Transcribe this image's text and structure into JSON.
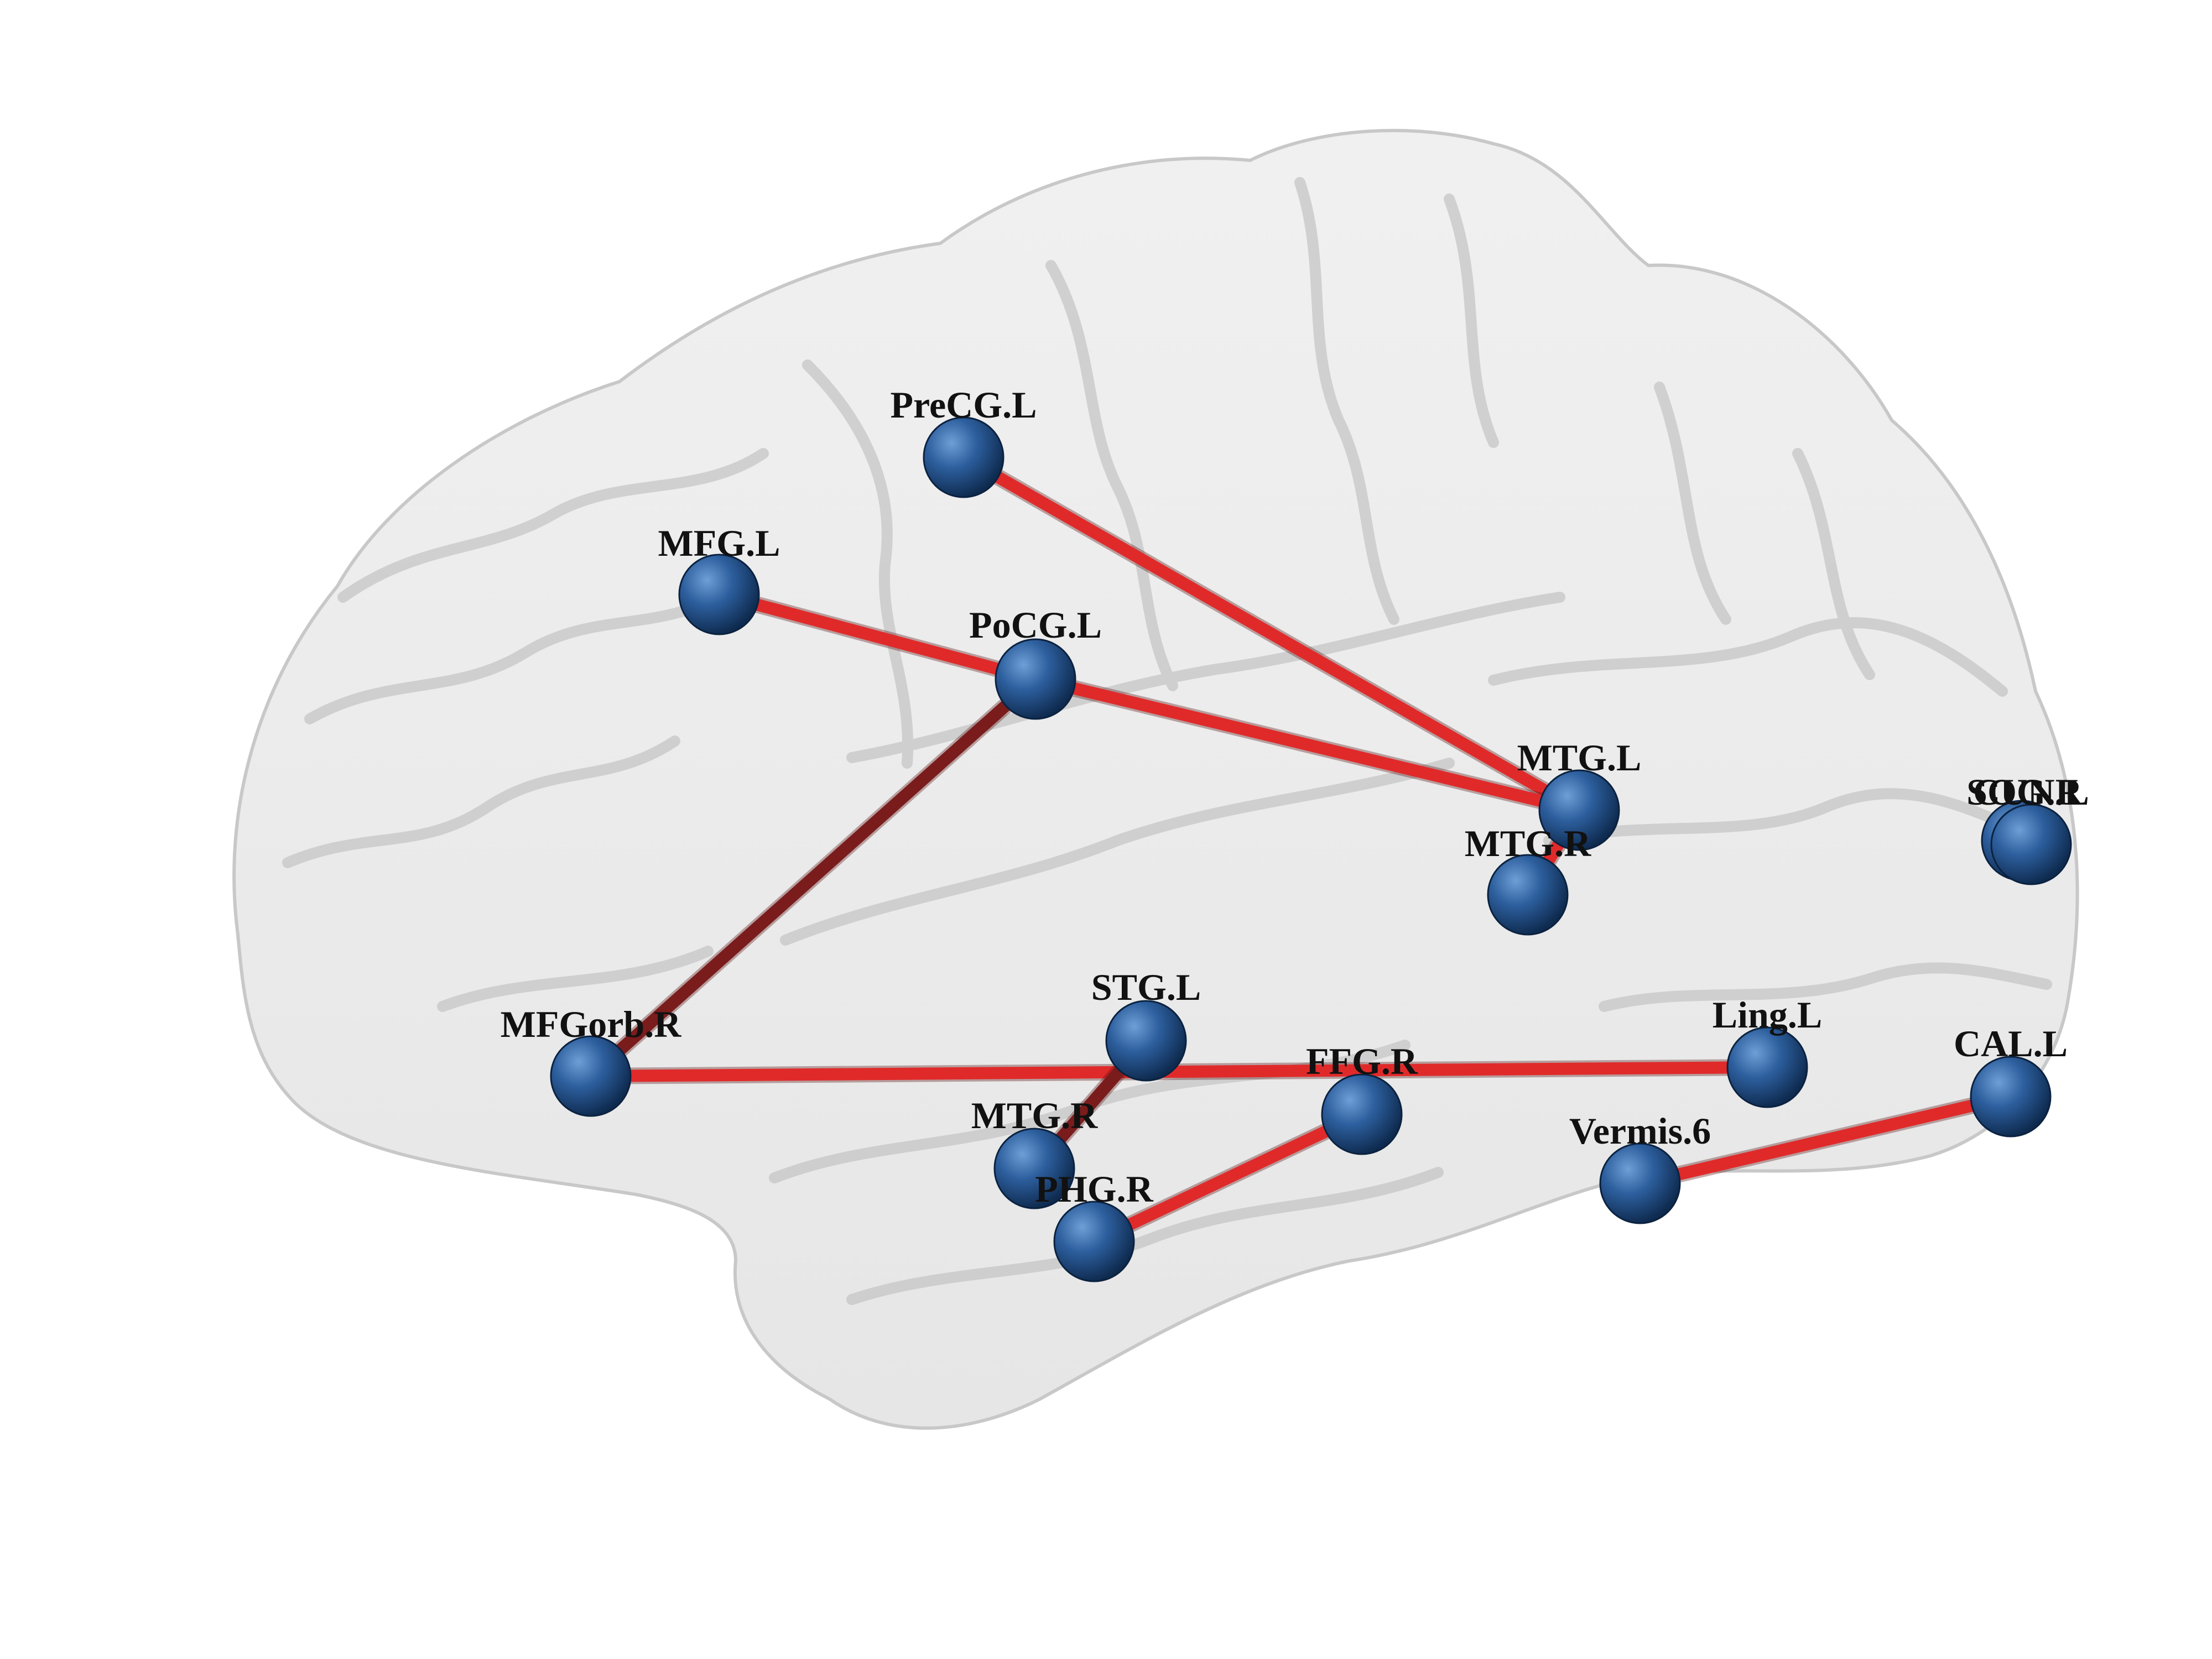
{
  "colors": {
    "background": "#ffffff",
    "brain_fill": "#e9e9e9",
    "brain_fold": "#c9c9c9",
    "node": "#1f4e86",
    "edge_positive": "#e02a2a",
    "edge_dark": "#7a1c1c",
    "label": "#111111"
  },
  "nodes": [
    {
      "id": "PreCG.L",
      "label": "PreCG.L"
    },
    {
      "id": "MFG.L",
      "label": "MFG.L"
    },
    {
      "id": "PoCG.L",
      "label": "PoCG.L"
    },
    {
      "id": "MTG.L",
      "label": "MTG.L"
    },
    {
      "id": "MTG.R_upper",
      "label": "MTG.R"
    },
    {
      "id": "SOG.R",
      "label": "SOG.R"
    },
    {
      "id": "CUN.L",
      "label": "CUN.L"
    },
    {
      "id": "MFGorb.R",
      "label": "MFGorb.R"
    },
    {
      "id": "STG.L",
      "label": "STG.L"
    },
    {
      "id": "Ling.L",
      "label": "Ling.L"
    },
    {
      "id": "FFG.R",
      "label": "FFG.R"
    },
    {
      "id": "CAL.L",
      "label": "CAL.L"
    },
    {
      "id": "MTG.R_lower",
      "label": "MTG.R"
    },
    {
      "id": "Vermis.6",
      "label": "Vermis.6"
    },
    {
      "id": "PHG.R",
      "label": "PHG.R"
    }
  ],
  "edges": [
    {
      "source": "PreCG.L",
      "target": "MTG.L",
      "tone": "positive"
    },
    {
      "source": "MFG.L",
      "target": "PoCG.L",
      "tone": "positive"
    },
    {
      "source": "PoCG.L",
      "target": "MTG.L",
      "tone": "positive"
    },
    {
      "source": "PoCG.L",
      "target": "MFGorb.R",
      "tone": "dark"
    },
    {
      "source": "MTG.L",
      "target": "MTG.R_upper",
      "tone": "positive"
    },
    {
      "source": "MFGorb.R",
      "target": "Ling.L",
      "tone": "positive"
    },
    {
      "source": "STG.L",
      "target": "MTG.R_lower",
      "tone": "dark"
    },
    {
      "source": "FFG.R",
      "target": "PHG.R",
      "tone": "positive"
    },
    {
      "source": "Vermis.6",
      "target": "CAL.L",
      "tone": "positive"
    }
  ]
}
